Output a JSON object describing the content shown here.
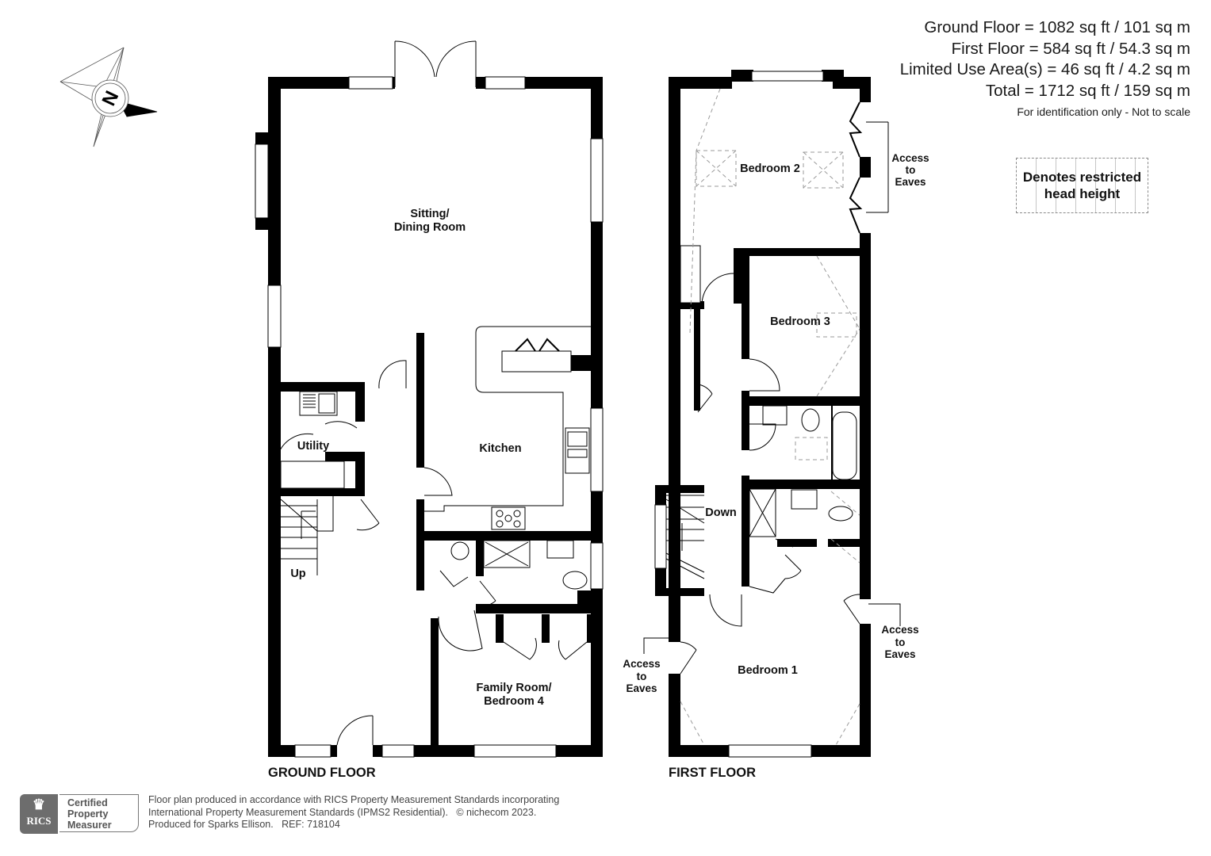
{
  "area_summary": {
    "lines": [
      "Ground Floor = 1082 sq ft / 101 sq m",
      "First Floor = 584 sq ft / 54.3 sq m",
      "Limited Use Area(s) = 46 sq ft / 4.2 sq m",
      "Total = 1712 sq ft / 159 sq m"
    ],
    "note": "For identification only - Not to scale"
  },
  "legend": {
    "label_line1": "Denotes restricted",
    "label_line2": "head height"
  },
  "compass": {
    "icon": "north-arrow-compass-icon",
    "letter": "N"
  },
  "ground_floor": {
    "title": "GROUND FLOOR",
    "rooms": [
      {
        "line1": "Sitting/",
        "line2": "Dining Room"
      },
      {
        "line1": "Kitchen"
      },
      {
        "line1": "Utility"
      },
      {
        "line1": "Family Room/",
        "line2": "Bedroom 4"
      }
    ],
    "stairs_label": "Up"
  },
  "first_floor": {
    "title": "FIRST FLOOR",
    "rooms": [
      {
        "line1": "Bedroom 2"
      },
      {
        "line1": "Bedroom 3"
      },
      {
        "line1": "Bedroom 1"
      }
    ],
    "stairs_label": "Down",
    "eaves_labels": [
      {
        "line1": "Access",
        "line2": "to",
        "line3": "Eaves"
      },
      {
        "line1": "Access",
        "line2": "to",
        "line3": "Eaves"
      },
      {
        "line1": "Access",
        "line2": "to",
        "line3": "Eaves"
      }
    ]
  },
  "footer": {
    "badge": {
      "org": "RICS",
      "line1": "Certified",
      "line2": "Property",
      "line3": "Measurer"
    },
    "line1": "Floor plan produced in accordance with RICS Property Measurement Standards incorporating",
    "line2": "International Property Measurement Standards (IPMS2 Residential).   © nichecom 2023.",
    "line3": "Produced for Sparks Ellison.   REF: 718104"
  },
  "colors": {
    "wall": "#000000",
    "restricted_dash": "#9a9a9a",
    "text": "#111111",
    "badge_grey": "#6d6d6d"
  }
}
